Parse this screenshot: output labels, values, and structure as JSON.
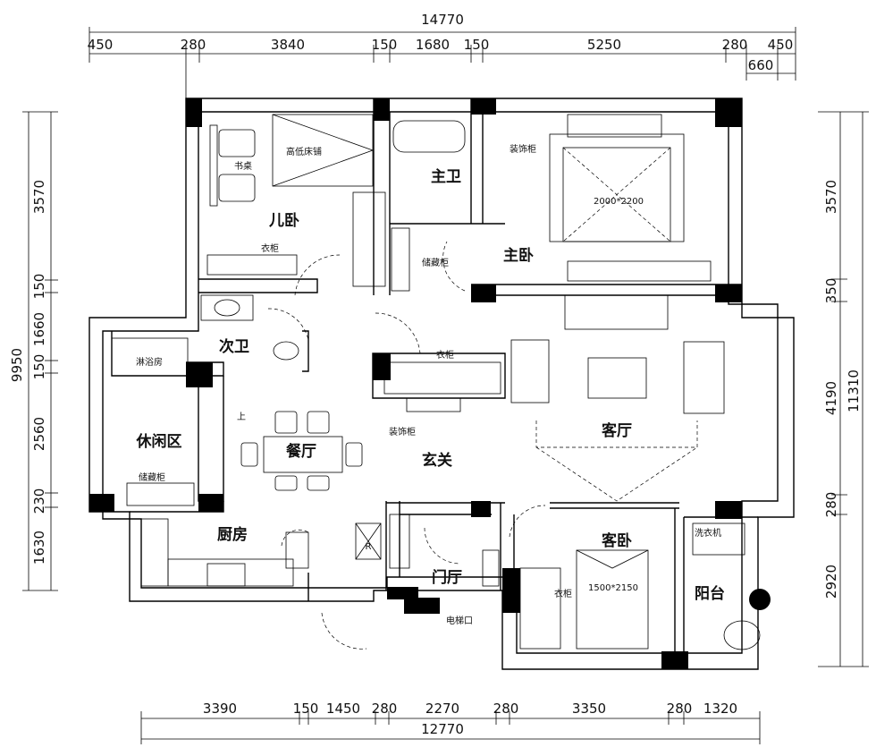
{
  "dimensions": {
    "top_total": "14770",
    "top": [
      "450",
      "280",
      "3840",
      "150",
      "1680",
      "150",
      "5250",
      "280",
      "450"
    ],
    "top_sub": "660",
    "bottom": [
      "3390",
      "150",
      "1450",
      "280",
      "2270",
      "280",
      "3350",
      "280",
      "1320"
    ],
    "bottom_total": "12770",
    "left_total": "9950",
    "left": [
      "3570",
      "150",
      "1660",
      "150",
      "2560",
      "230",
      "1630"
    ],
    "right_total": "11310",
    "right": [
      "3570",
      "350",
      "4190",
      "280",
      "2920"
    ]
  },
  "rooms": {
    "kids_bedroom": "儿卧",
    "master_bath": "主卫",
    "master_bedroom": "主卧",
    "second_bath": "次卫",
    "living_room": "客厅",
    "leisure_area": "休闲区",
    "dining_room": "餐厅",
    "foyer": "玄关",
    "kitchen": "厨房",
    "entry_hall": "门厅",
    "guest_bedroom": "客卧",
    "balcony": "阳台"
  },
  "notes": {
    "loft_bed": "高低床铺",
    "desk": "书桌",
    "wardrobe_kids": "衣柜",
    "decor_cabinet_top": "装饰柜",
    "storage_cabinet_top": "储藏柜",
    "shower_room": "淋浴房",
    "wardrobe_hall": "衣柜",
    "decor_cabinet_mid": "装饰柜",
    "storage_cabinet_left": "储藏柜",
    "elevator_entrance": "电梯口",
    "wardrobe_guest": "衣柜",
    "washing_machine": "洗衣机",
    "bed_master": "2000*2200",
    "bed_guest": "1500*2150",
    "stair_up": "上",
    "fridge": "R"
  }
}
